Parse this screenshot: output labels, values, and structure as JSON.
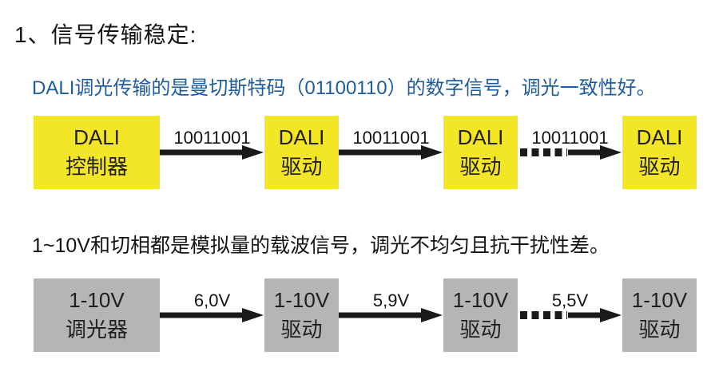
{
  "title": "1、信号传输稳定:",
  "colors": {
    "dali-box": "#f2e627",
    "analog-box": "#b5b5b5",
    "accent-blue": "#1f5c9e",
    "arrow-dark": "#1c191a"
  },
  "sections": [
    {
      "id": "dali",
      "description": "DALI调光传输的是曼切斯特码（01100110）的数字信号，调光一致性好。",
      "nodes": [
        {
          "line1": "DALI",
          "line2": "控制器"
        },
        {
          "line1": "DALI",
          "line2": "驱动"
        },
        {
          "line1": "DALI",
          "line2": "驱动"
        },
        {
          "line1": "DALI",
          "line2": "驱动"
        }
      ],
      "links": [
        {
          "label": "10011001",
          "style": "solid"
        },
        {
          "label": "10011001",
          "style": "solid"
        },
        {
          "label": "10011001",
          "style": "dashed-solid"
        }
      ]
    },
    {
      "id": "analog",
      "description": "1~10V和切相都是模拟量的载波信号，调光不均匀且抗干扰性差。",
      "nodes": [
        {
          "line1": "1-10V",
          "line2": "调光器"
        },
        {
          "line1": "1-10V",
          "line2": "驱动"
        },
        {
          "line1": "1-10V",
          "line2": "驱动"
        },
        {
          "line1": "1-10V",
          "line2": "驱动"
        }
      ],
      "links": [
        {
          "label": "6,0V",
          "style": "solid"
        },
        {
          "label": "5,9V",
          "style": "solid"
        },
        {
          "label": "5,5V",
          "style": "dashed-solid"
        }
      ]
    }
  ]
}
